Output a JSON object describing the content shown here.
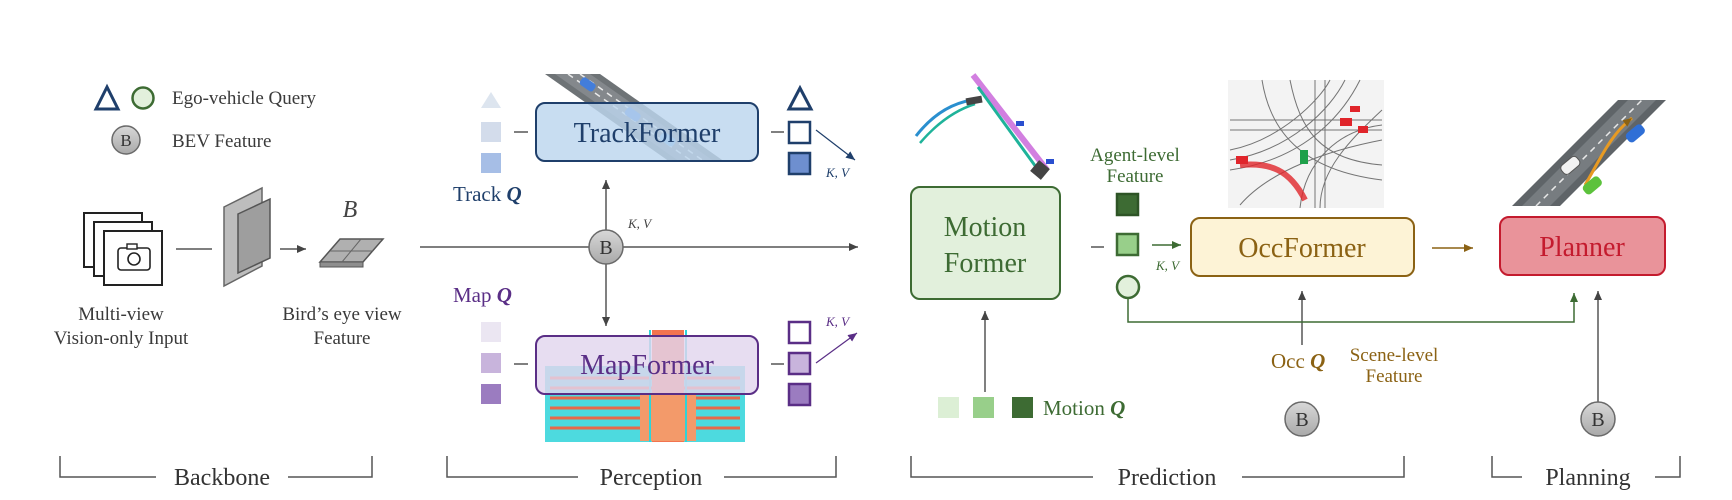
{
  "legend": {
    "ego_label": "Ego-vehicle Query",
    "bev_label": "BEV Feature",
    "bev_symbol": "B"
  },
  "backbone": {
    "input_label_1": "Multi-view",
    "input_label_2": "Vision-only Input",
    "bev_letter": "B",
    "bev_label_1": "Bird’s eye view",
    "bev_label_2": "Feature"
  },
  "perception": {
    "track_module": "TrackFormer",
    "track_query_word": "Track",
    "map_module": "MapFormer",
    "map_query_word": "Map",
    "query_symbol": "Q",
    "kv_label": "K, V",
    "bev_symbol": "B"
  },
  "prediction": {
    "motion_line_1": "Motion",
    "motion_line_2": "Former",
    "motion_query_word": "Motion",
    "agent_label_1": "Agent-level",
    "agent_label_2": "Feature",
    "kv_label": "K, V",
    "occ_module": "OccFormer",
    "occ_query_word": "Occ",
    "scene_label_1": "Scene-level",
    "scene_label_2": "Feature",
    "bev_symbol": "B"
  },
  "planning": {
    "planner_module": "Planner",
    "bev_symbol": "B"
  },
  "stages": {
    "backbone": "Backbone",
    "perception": "Perception",
    "prediction": "Prediction",
    "planning": "Planning"
  },
  "colors": {
    "track_fill": "#bcd6ee",
    "track_stroke": "#1f3f6b",
    "map_fill": "#e2d6ee",
    "map_stroke": "#5a2e86",
    "motion_fill": "#e2f0dc",
    "motion_stroke": "#3d6b33",
    "occ_fill": "#fdf3d6",
    "occ_stroke": "#8b6214",
    "planner_fill": "#e9939a",
    "planner_stroke": "#c41b2e"
  }
}
